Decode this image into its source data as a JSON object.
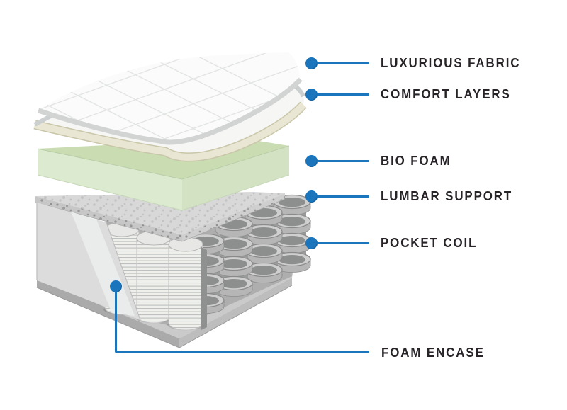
{
  "accent_color": "#1b75bc",
  "text_color": "#272327",
  "background_color": "#ffffff",
  "labels": [
    {
      "id": "luxurious-fabric",
      "text": "LUXURIOUS FABRIC"
    },
    {
      "id": "comfort-layers",
      "text": "COMFORT LAYERS"
    },
    {
      "id": "bio-foam",
      "text": "BIO FOAM"
    },
    {
      "id": "lumbar-support",
      "text": "LUMBAR SUPPORT"
    },
    {
      "id": "pocket-coil",
      "text": "POCKET COIL"
    },
    {
      "id": "foam-encase",
      "text": "FOAM ENCASE"
    }
  ],
  "illustration": {
    "subject": "mattress exploded cross-section",
    "layers_top_to_bottom": [
      "quilted fabric sheet",
      "comfort layer sheet with cream underside",
      "bio foam block",
      "lumbar support pad",
      "pocket coil springs",
      "foam encasement and base"
    ],
    "colors": {
      "fabric_white": "#fafbfa",
      "comfort_cream": "#e9e7d4",
      "bio_foam_green_top": "#c3d6ab",
      "bio_foam_green_front": "#d8e5c4",
      "lumbar_gray": "#d0d0d0",
      "coil_gray": "#cfcfcf",
      "encase_gray": "#dcdcdc",
      "base_gray": "#bdbdbd"
    }
  }
}
